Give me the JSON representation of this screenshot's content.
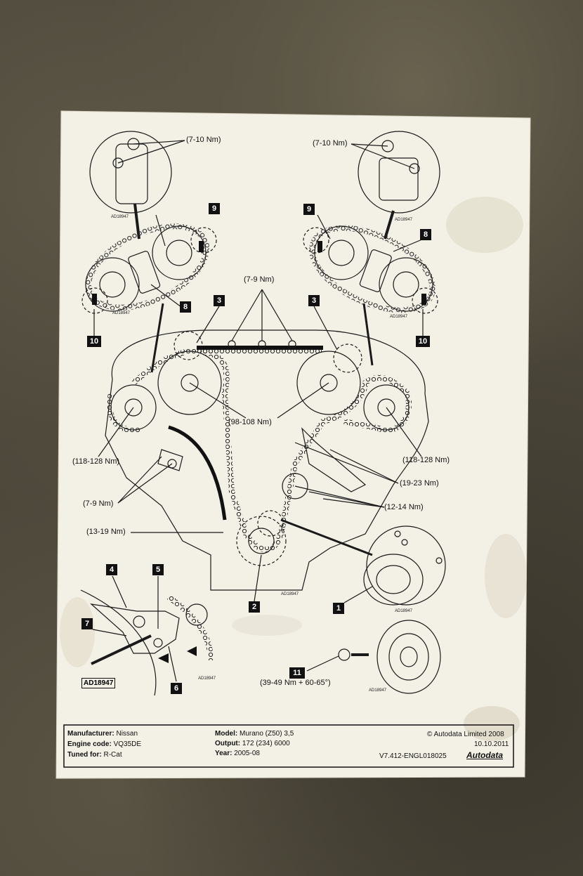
{
  "labels": {
    "torque_tl": "(7-10 Nm)",
    "torque_tr": "(7-10 Nm)",
    "torque_top": "(7-9 Nm)",
    "torque_cam": "(98-108 Nm)",
    "torque_left": "(118-128 Nm)",
    "torque_right": "(118-128 Nm)",
    "torque_19": "(19-23 Nm)",
    "torque_79": "(7-9 Nm)",
    "torque_12": "(12-14 Nm)",
    "torque_13": "(13-19 Nm)",
    "torque_bolt": "(39-49 Nm + 60-65°)"
  },
  "callouts": {
    "n9l": "9",
    "n9r": "9",
    "n8l": "8",
    "n8r": "8",
    "n10l": "10",
    "n10r": "10",
    "n3l": "3",
    "n3r": "3",
    "n4": "4",
    "n5": "5",
    "n7": "7",
    "n6": "6",
    "n2": "2",
    "n1": "1",
    "n11": "11"
  },
  "refs": {
    "ad_tl": "AD18947",
    "ad_tr": "AD18947",
    "ad_l": "AD18947",
    "ad_r": "AD18947",
    "ad_main": "AD18947",
    "ad_pulley": "AD18947",
    "ad_bottom": "AD18947",
    "ad_tool": "AD18947",
    "ad_box": "AD18947"
  },
  "info": {
    "manufacturer_label": "Manufacturer:",
    "manufacturer": "Nissan",
    "engine_label": "Engine code:",
    "engine": "VQ35DE",
    "tuned_label": "Tuned for:",
    "tuned": "R-Cat",
    "model_label": "Model:",
    "model": "Murano (Z50) 3,5",
    "output_label": "Output:",
    "output": "172 (234) 6000",
    "year_label": "Year:",
    "year": "2005-08",
    "copyright": "© Autodata Limited 2008",
    "date": "10.10.2011",
    "code": "V7.412-ENGL018025",
    "brand": "Autodata"
  }
}
